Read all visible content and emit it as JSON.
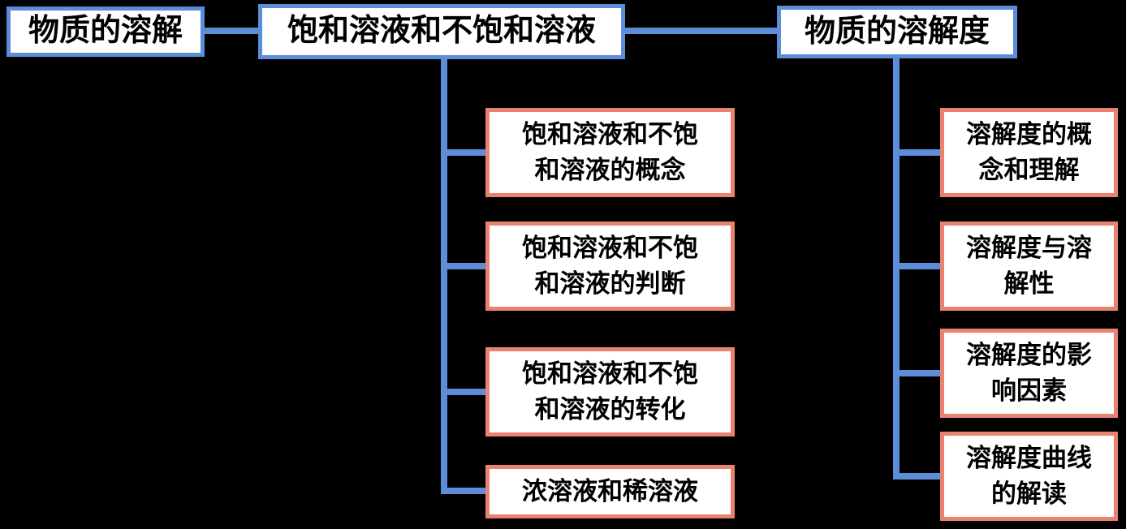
{
  "canvas": {
    "background": "#000000",
    "node_fill": "#ffffff",
    "text_color": "#000000"
  },
  "colors": {
    "level1_border": "#5b8dd9",
    "level2_border": "#e9836f",
    "connector": "#5b8dd9"
  },
  "diagram": {
    "type": "mind-map",
    "root": {
      "label": "物质的溶解"
    },
    "topic_saturated": {
      "label": "饱和溶液和不饱和溶液",
      "children": [
        {
          "label": "饱和溶液和不饱和溶液的概念",
          "lines": [
            "饱和溶液和不饱",
            "和溶液的概念"
          ]
        },
        {
          "label": "饱和溶液和不饱和溶液的判断",
          "lines": [
            "饱和溶液和不饱",
            "和溶液的判断"
          ]
        },
        {
          "label": "饱和溶液和不饱和溶液的转化",
          "lines": [
            "饱和溶液和不饱",
            "和溶液的转化"
          ]
        },
        {
          "label": "浓溶液和稀溶液",
          "lines": [
            "浓溶液和稀溶液"
          ]
        }
      ]
    },
    "topic_solubility": {
      "label": "物质的溶解度",
      "children": [
        {
          "label": "溶解度的概念和理解",
          "lines": [
            "溶解度的概",
            "念和理解"
          ]
        },
        {
          "label": "溶解度与溶解性",
          "lines": [
            "溶解度与溶",
            "解性"
          ]
        },
        {
          "label": "溶解度的影响因素",
          "lines": [
            "溶解度的影",
            "响因素"
          ]
        },
        {
          "label": "溶解度曲线的解读",
          "lines": [
            "溶解度曲线",
            "的解读"
          ]
        }
      ]
    }
  }
}
